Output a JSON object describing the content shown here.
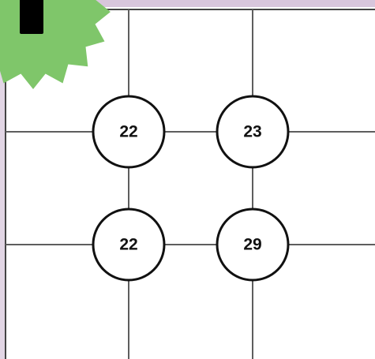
{
  "board": {
    "nodes": [
      {
        "row": 1,
        "col": 1,
        "value": "22"
      },
      {
        "row": 1,
        "col": 2,
        "value": "23"
      },
      {
        "row": 2,
        "col": 1,
        "value": "22"
      },
      {
        "row": 2,
        "col": 2,
        "value": "29"
      }
    ]
  },
  "colors": {
    "grid_line": "#5e5e5e",
    "node_outline": "#111111",
    "badge_fill": "#7fc66a",
    "badge_mark": "#000000",
    "frame_tint": "#d8c6dc"
  },
  "icons": {
    "corner_badge": "green-starburst-icon"
  }
}
